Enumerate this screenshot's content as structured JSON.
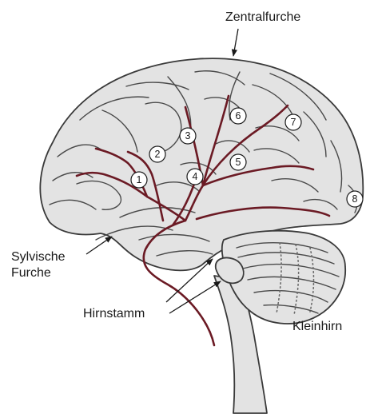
{
  "labels": {
    "central_sulcus": "Zentralfurche",
    "sylvian_fissure_line1": "Sylvische",
    "sylvian_fissure_line2": "Furche",
    "brainstem": "Hirnstamm",
    "cerebellum": "Kleinhirn"
  },
  "markers": [
    "1",
    "2",
    "3",
    "4",
    "5",
    "6",
    "7",
    "8"
  ]
}
